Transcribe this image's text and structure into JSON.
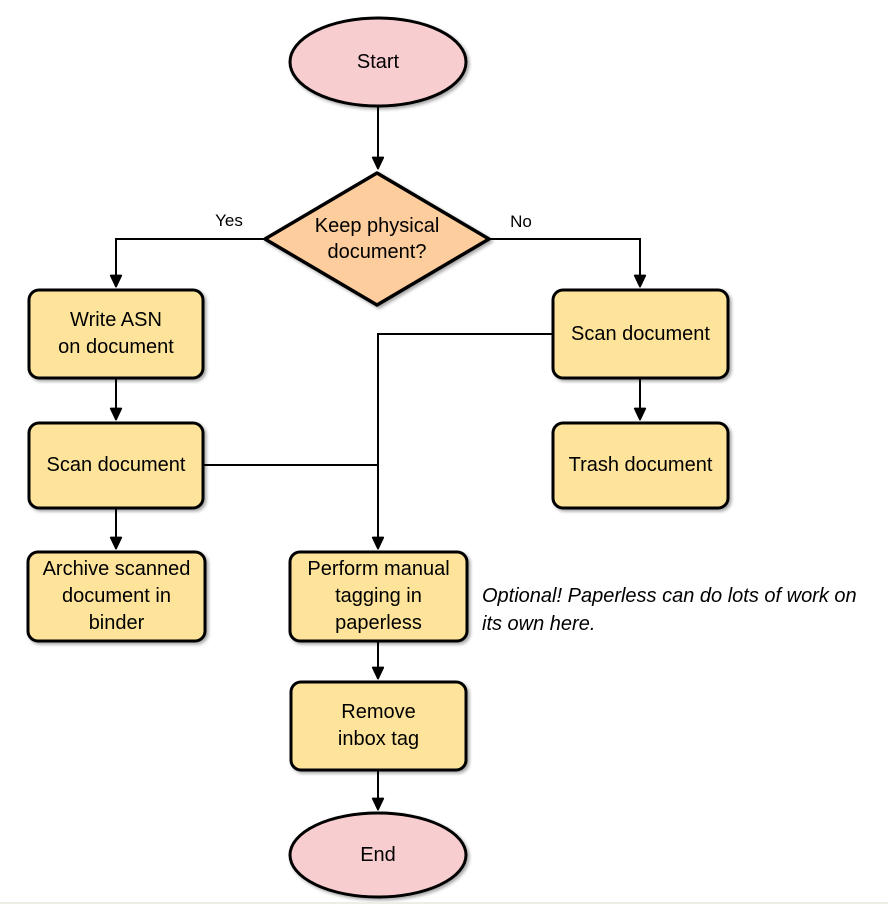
{
  "diagram": {
    "nodes": {
      "start": {
        "label": "Start",
        "type": "terminator"
      },
      "decision": {
        "label": "Keep physical\ndocument?",
        "type": "decision"
      },
      "write_asn": {
        "label": "Write ASN\non document",
        "type": "process"
      },
      "scan_left": {
        "label": "Scan document",
        "type": "process"
      },
      "archive": {
        "label": "Archive scanned\ndocument in\nbinder",
        "type": "process"
      },
      "scan_right": {
        "label": "Scan document",
        "type": "process"
      },
      "trash": {
        "label": "Trash document",
        "type": "process"
      },
      "perform_tagging": {
        "label": "Perform manual\ntagging in\npaperless",
        "type": "process"
      },
      "remove_inbox": {
        "label": "Remove\ninbox tag",
        "type": "process"
      },
      "end": {
        "label": "End",
        "type": "terminator"
      }
    },
    "edge_labels": {
      "yes": "Yes",
      "no": "No"
    },
    "note": "Optional! Paperless can do lots of work on\nits own here.",
    "colors": {
      "terminator_fill": "#f8cdd0",
      "decision_fill": "#fdcd9d",
      "process_fill": "#fee49a",
      "stroke": "#000000"
    }
  }
}
